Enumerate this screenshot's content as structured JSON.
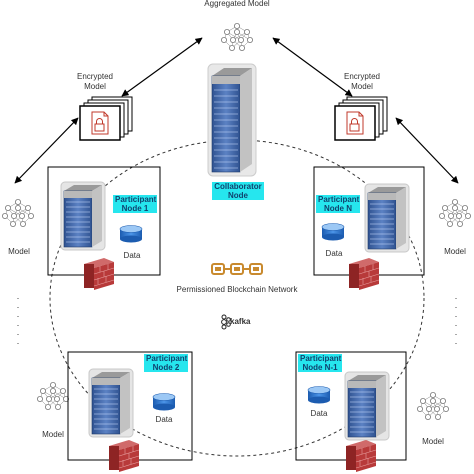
{
  "aggregated_model_label": "Aggregated Model",
  "collaborator": {
    "line1": "Collaborator",
    "line2": "Node"
  },
  "encrypted_model": {
    "line1": "Encrypted",
    "line2": "Model"
  },
  "model_label": "Model",
  "data_label": "Data",
  "network_label": "Permissioned Blockchain Network",
  "kafka_label": "kafka",
  "participants": {
    "p1": {
      "line1": "Participant",
      "line2": "Node 1"
    },
    "pN": {
      "line1": "Participant",
      "line2": "Node N"
    },
    "p2": {
      "line1": "Participant",
      "line2": "Node 2"
    },
    "pN1": {
      "line1": "Participant",
      "line2": "Node N-1"
    }
  },
  "ellipsis": ".",
  "colors": {
    "highlight": "#26e6ee",
    "server_blue": "#3a5f9e",
    "firewall": "#b83a3a",
    "disk": "#2e73c9"
  },
  "icons": [
    "neural-network-icon",
    "encrypted-document-icon",
    "server-rack-icon",
    "database-icon",
    "firewall-icon",
    "blockchain-chain-icon",
    "kafka-icon"
  ]
}
